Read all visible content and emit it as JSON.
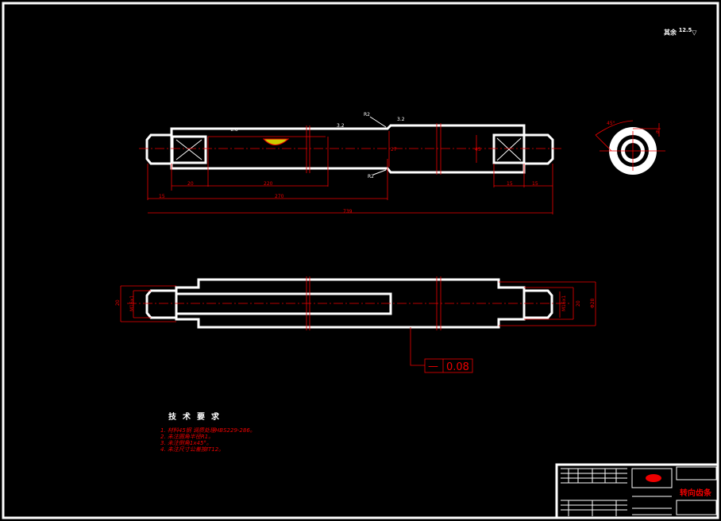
{
  "roughness": {
    "label": "其余",
    "value": "12.5"
  },
  "surface_marks": [
    "1.6",
    "3.2",
    "3.2"
  ],
  "chamfer_labels": [
    "R2",
    "R2"
  ],
  "front_view_dims": {
    "d20": "20",
    "d220": "220",
    "d15_left": "15",
    "d270": "270",
    "d739": "739",
    "d15_a": "15",
    "d15_b": "15",
    "d45": "45",
    "h": "27"
  },
  "bottom_view_dims": {
    "left_dia": "20",
    "left_thread": "M16x1",
    "right_thread": "M16x1",
    "right_dia": "20",
    "outer_dia": "Φ28"
  },
  "tolerance": {
    "symbol": "—",
    "value": "0.08"
  },
  "side_view": {
    "angle": "45°",
    "small": "6"
  },
  "tech_requirements": {
    "title": "技术要求",
    "items": [
      "1. 材料45钢 调质处理HBS229-286。",
      "2. 未注圆角半径R1。",
      "3. 未注倒角1x45°。",
      "4. 未注尺寸公差按IT12。"
    ]
  },
  "title_block": {
    "part_name": "转向齿条"
  }
}
